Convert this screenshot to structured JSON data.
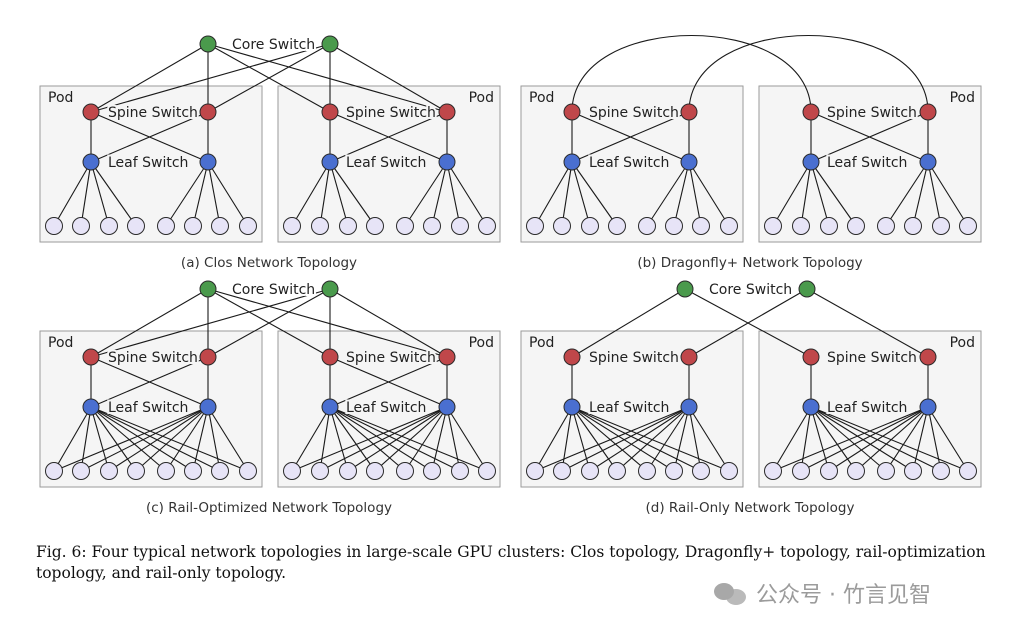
{
  "labels": {
    "core": "Core Switch",
    "spine": "Spine Switch",
    "leaf": "Leaf Switch",
    "pod": "Pod"
  },
  "panels": [
    {
      "id": "a",
      "caption": "(a) Clos Network Topology",
      "topology": "clos"
    },
    {
      "id": "b",
      "caption": "(b) Dragonfly+ Network Topology",
      "topology": "dragonfly"
    },
    {
      "id": "c",
      "caption": "(c) Rail-Optimized Network Topology",
      "topology": "rail-optimized"
    },
    {
      "id": "d",
      "caption": "(d) Rail-Only Network Topology",
      "topology": "rail-only"
    }
  ],
  "colors": {
    "core": "#4a9a4c",
    "spine": "#c0474a",
    "leaf": "#4a6fd0",
    "host": "#e7e4f7",
    "pod_fill": "#f5f5f5",
    "pod_border": "#9a9a9a",
    "line": "#1a1a1a"
  },
  "figure_caption": "Fig. 6: Four typical network topologies in large-scale GPU clusters: Clos topology, Dragonfly+ topology, rail-optimization topology, and rail-only topology.",
  "watermark": {
    "text": "公众号 · 竹言见智",
    "icon": "wechat-icon"
  }
}
